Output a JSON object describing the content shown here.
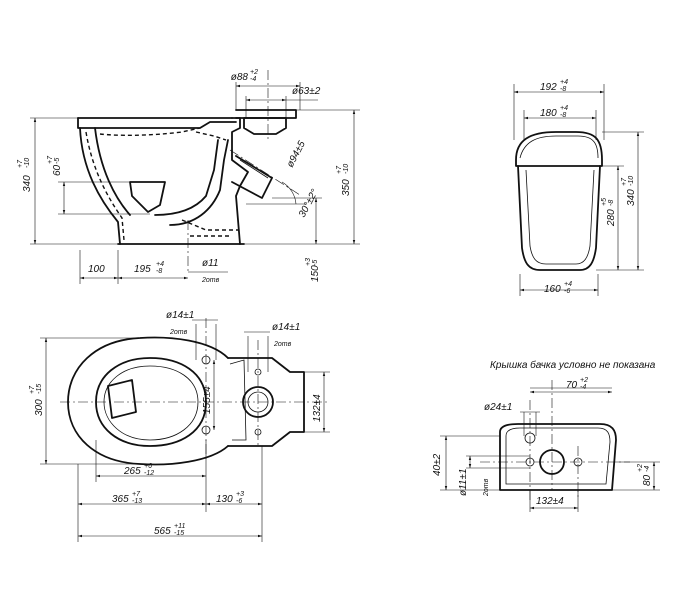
{
  "side_view": {
    "d88": "ø88",
    "d88_tol_top": "+2",
    "d88_tol_bot": "-4",
    "d63": "ø63±2",
    "d94": "ø94±5",
    "angle": "30°±2°",
    "h340": "340",
    "h340_tol_top": "+7",
    "h340_tol_bot": "-10",
    "h60": "60",
    "h60_tol_top": "+7",
    "h60_tol_bot": "-5",
    "h350": "350",
    "h350_tol_top": "+7",
    "h350_tol_bot": "-10",
    "w100": "100",
    "w195": "195",
    "w195_tol_top": "+4",
    "w195_tol_bot": "-8",
    "d11": "ø11",
    "otv": "2отв",
    "h150": "150",
    "h150_tol_top": "+3",
    "h150_tol_bot": "-5"
  },
  "tank_side": {
    "w192": "192",
    "w192_tol_top": "+4",
    "w192_tol_bot": "-8",
    "w180": "180",
    "w180_tol_top": "+4",
    "w180_tol_bot": "-8",
    "h280": "280",
    "h280_tol_top": "+5",
    "h280_tol_bot": "-8",
    "h340": "340",
    "h340_tol_top": "+7",
    "h340_tol_bot": "-10",
    "w160": "160",
    "w160_tol_top": "+4",
    "w160_tol_bot": "-6"
  },
  "top_view": {
    "d14a": "ø14±1",
    "otv_a": "2отв",
    "d14b": "ø14±1",
    "otv_b": "2отв",
    "h300": "300",
    "h300_tol_top": "+7",
    "h300_tol_bot": "-15",
    "h155": "155±4",
    "h132": "132±4",
    "w265": "265",
    "w265_tol_top": "+6",
    "w265_tol_bot": "-12",
    "w365": "365",
    "w365_tol_top": "+7",
    "w365_tol_bot": "-13",
    "w130": "130",
    "w130_tol_top": "+3",
    "w130_tol_bot": "-6",
    "w565": "565",
    "w565_tol_top": "+11",
    "w565_tol_bot": "-15"
  },
  "tank_top": {
    "note": "Крышка бачка условно не показана",
    "w70": "70",
    "w70_tol_top": "+2",
    "w70_tol_bot": "-4",
    "d24": "ø24±1",
    "h40": "40±2",
    "d11": "ø11±1",
    "otv": "2отв",
    "h80": "80",
    "h80_tol_top": "+2",
    "h80_tol_bot": "-4",
    "w132": "132±4"
  }
}
